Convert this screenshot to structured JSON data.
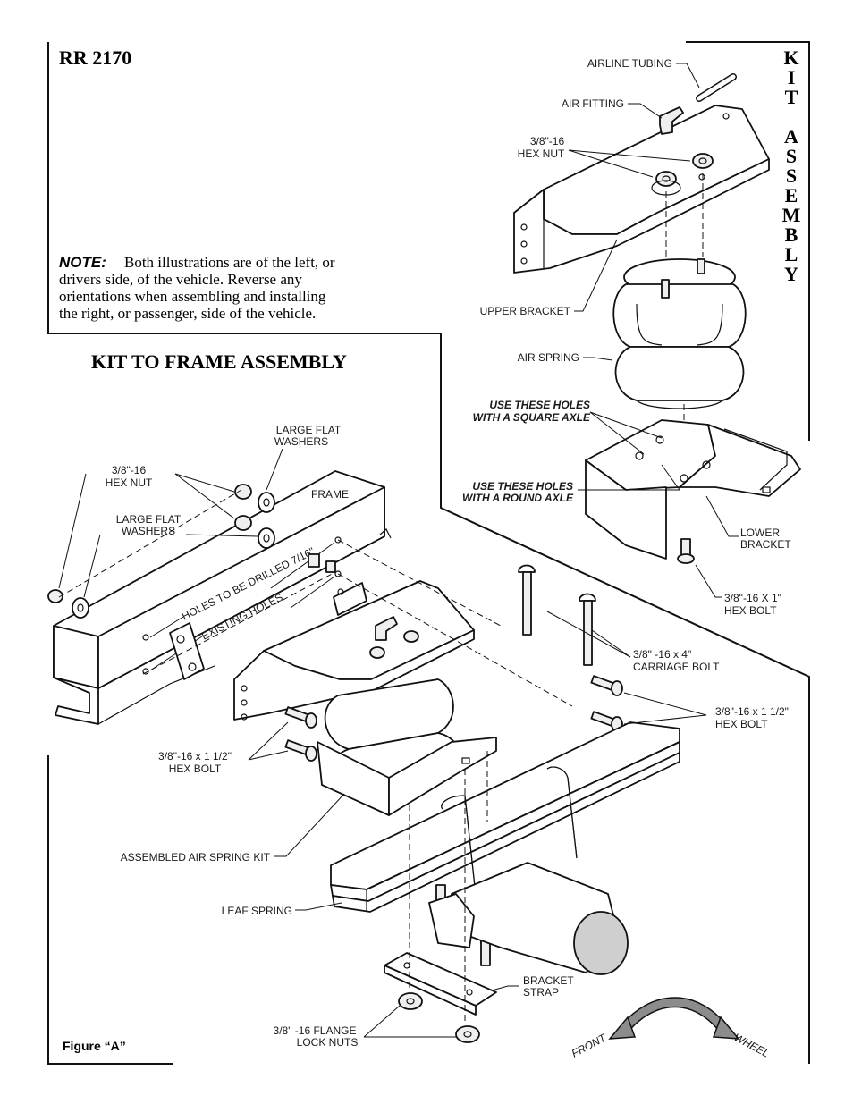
{
  "header": {
    "model": "RR 2170",
    "side_title": [
      "K",
      "I",
      "T",
      "",
      "A",
      "S",
      "S",
      "E",
      "M",
      "B",
      "L",
      "Y"
    ]
  },
  "note": {
    "label": "NOTE:",
    "lines": [
      "Both illustrations are of the left, or",
      "drivers side, of the vehicle.  Reverse any",
      "orientations when assembling and installing",
      "the right, or passenger, side of the vehicle."
    ]
  },
  "section_title": "KIT TO FRAME ASSEMBLY",
  "figure_caption": "Figure “A”",
  "kit_assembly_labels": {
    "airline_tubing": "AIRLINE TUBING",
    "air_fitting": "AIR FITTING",
    "hex_nut_1": "3/8\"-16",
    "hex_nut_2": "HEX NUT",
    "upper_bracket": "UPPER BRACKET",
    "air_spring": "AIR SPRING",
    "square_axle_1": "USE THESE HOLES",
    "square_axle_2": "WITH A SQUARE AXLE",
    "round_axle_1": "USE THESE HOLES",
    "round_axle_2": "WITH A ROUND AXLE",
    "lower_bracket_1": "LOWER",
    "lower_bracket_2": "BRACKET",
    "hex_bolt_1in_1": "3/8\"-16 X 1\"",
    "hex_bolt_1in_2": "HEX BOLT"
  },
  "frame_assembly_labels": {
    "large_flat_washers_top_1": "LARGE FLAT",
    "large_flat_washers_top_2": "WASHERS",
    "frame": "FRAME",
    "hex_nut_1": "3/8\"-16",
    "hex_nut_2": "HEX NUT",
    "large_flat_washers_1": "LARGE FLAT",
    "large_flat_washers_2": "WASHERS",
    "holes_drilled": "HOLES TO BE DRILLED 7/16\"",
    "existing_holes": "EXISTING HOLES",
    "carriage_bolt_1": "3/8\" -16 x 4\"",
    "carriage_bolt_2": "CARRIAGE BOLT",
    "hex_bolt_right_1": "3/8\"-16 x 1 1/2\"",
    "hex_bolt_right_2": "HEX BOLT",
    "hex_bolt_left_1": "3/8\"-16 x 1 1/2\"",
    "hex_bolt_left_2": "HEX BOLT",
    "assembled_kit": "ASSEMBLED AIR SPRING KIT",
    "leaf_spring": "LEAF SPRING",
    "bracket_strap_1": "BRACKET",
    "bracket_strap_2": "STRAP",
    "lock_nuts_1": "3/8\" -16 FLANGE",
    "lock_nuts_2": "LOCK NUTS",
    "front": "FRONT",
    "wheel": "WHEEL"
  },
  "colors": {
    "ink": "#111111",
    "arrow_gray": "#8c8c8c",
    "axle_shade": "#cfcfcf"
  }
}
